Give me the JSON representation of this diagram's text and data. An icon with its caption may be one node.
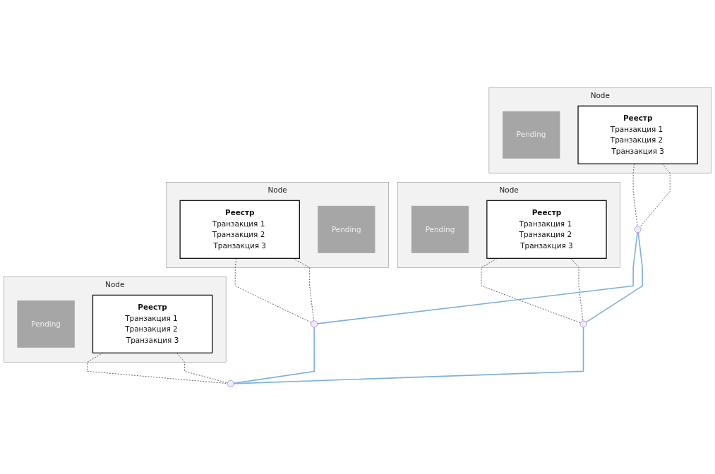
{
  "diagram": {
    "nodes": [
      {
        "text": [
          "Node"
        ]
      },
      {
        "text": [
          "Pending"
        ],
        "in": 0
      },
      {
        "text": [
          "Реестр",
          "Транзакция 1 Транзакция 2 Транзакция 3"
        ],
        "in": 0
      },
      {
        "text": [
          "Node"
        ]
      },
      {
        "text": [
          "Pending"
        ],
        "in": 3
      },
      {
        "text": [
          "Реестр",
          "Транзакция 1 Транзакция 2 Транзакция 3"
        ],
        "in": 3
      },
      {
        "text": [
          "Node"
        ]
      },
      {
        "text": [
          "Реестр",
          "Транзакция 1 Транзакция 2 Транзакция 3"
        ],
        "in": 6
      },
      {
        "text": [
          "Pending"
        ],
        "in": 6
      },
      {
        "text": [
          "Node"
        ]
      },
      {
        "text": [
          "Pending"
        ],
        "in": 9
      },
      {
        "text": [
          "Реестр",
          "Транзакция 1 Транзакция 2 Транзакция 3"
        ],
        "in": 9
      },
      {
        "text": [],
        "shape": "circle"
      },
      {
        "text": [],
        "shape": "circle"
      },
      {
        "text": [],
        "shape": "circle"
      },
      {
        "text": [],
        "shape": "circle"
      }
    ],
    "edges": [
      {
        "from": 2,
        "to": 12,
        "arrow": "none",
        "style": "dashed"
      },
      {
        "from": 2,
        "to": 12,
        "arrow": "none",
        "style": "dashed"
      },
      {
        "from": 5,
        "to": 13,
        "arrow": "none",
        "style": "dashed"
      },
      {
        "from": 5,
        "to": 13,
        "arrow": "none",
        "style": "dashed"
      },
      {
        "from": 7,
        "to": 14,
        "arrow": "none",
        "style": "dashed"
      },
      {
        "from": 7,
        "to": 14,
        "arrow": "none",
        "style": "dashed"
      },
      {
        "from": 11,
        "to": 15,
        "arrow": "none",
        "style": "dashed"
      },
      {
        "from": 11,
        "to": 15,
        "arrow": "none",
        "style": "dashed"
      },
      {
        "from": 12,
        "to": 13,
        "arrow": "none",
        "color": "#7fb0dc"
      },
      {
        "from": 12,
        "to": 14,
        "arrow": "none",
        "color": "#7fb0dc"
      },
      {
        "from": 13,
        "to": 15,
        "arrow": "none",
        "color": "#7fb0dc"
      },
      {
        "from": 14,
        "to": 15,
        "arrow": "none",
        "color": "#7fb0dc"
      }
    ]
  }
}
